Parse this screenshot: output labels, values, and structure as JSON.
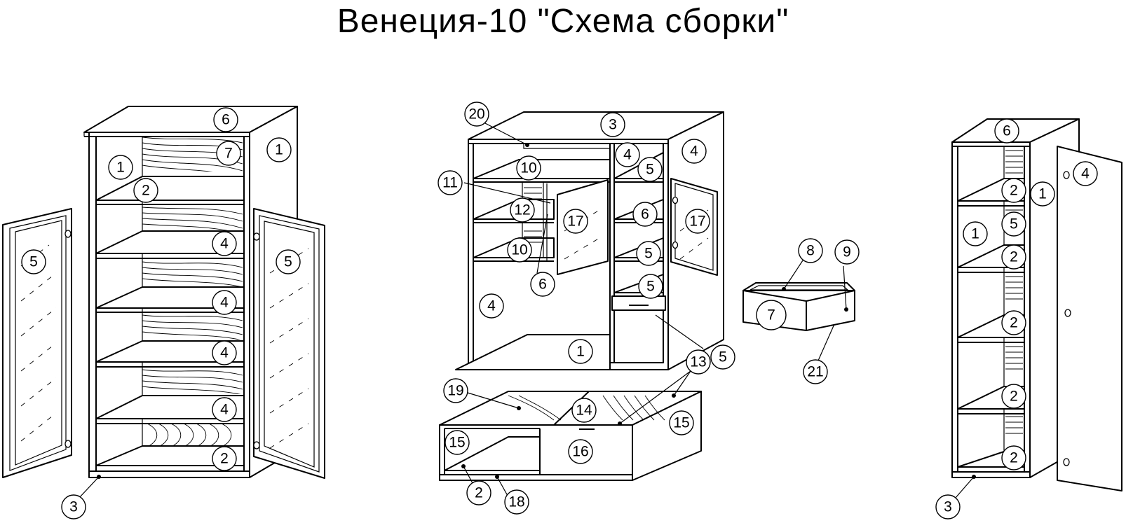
{
  "title": "Венеция-10  \"Схема сборки\"",
  "callouts": {
    "left": [
      "6",
      "7",
      "1",
      "1",
      "2",
      "4",
      "4",
      "4",
      "4",
      "2",
      "5",
      "5",
      "3"
    ],
    "middle": [
      "20",
      "3",
      "4",
      "4",
      "10",
      "5",
      "11",
      "12",
      "17",
      "6",
      "17",
      "10",
      "5",
      "6",
      "5",
      "4",
      "1",
      "5",
      "19",
      "13",
      "14",
      "15",
      "15",
      "16",
      "2",
      "18"
    ],
    "drawer": [
      "8",
      "9",
      "7",
      "21"
    ],
    "right": [
      "6",
      "4",
      "2",
      "1",
      "1",
      "5",
      "2",
      "2",
      "2",
      "2",
      "3"
    ]
  }
}
